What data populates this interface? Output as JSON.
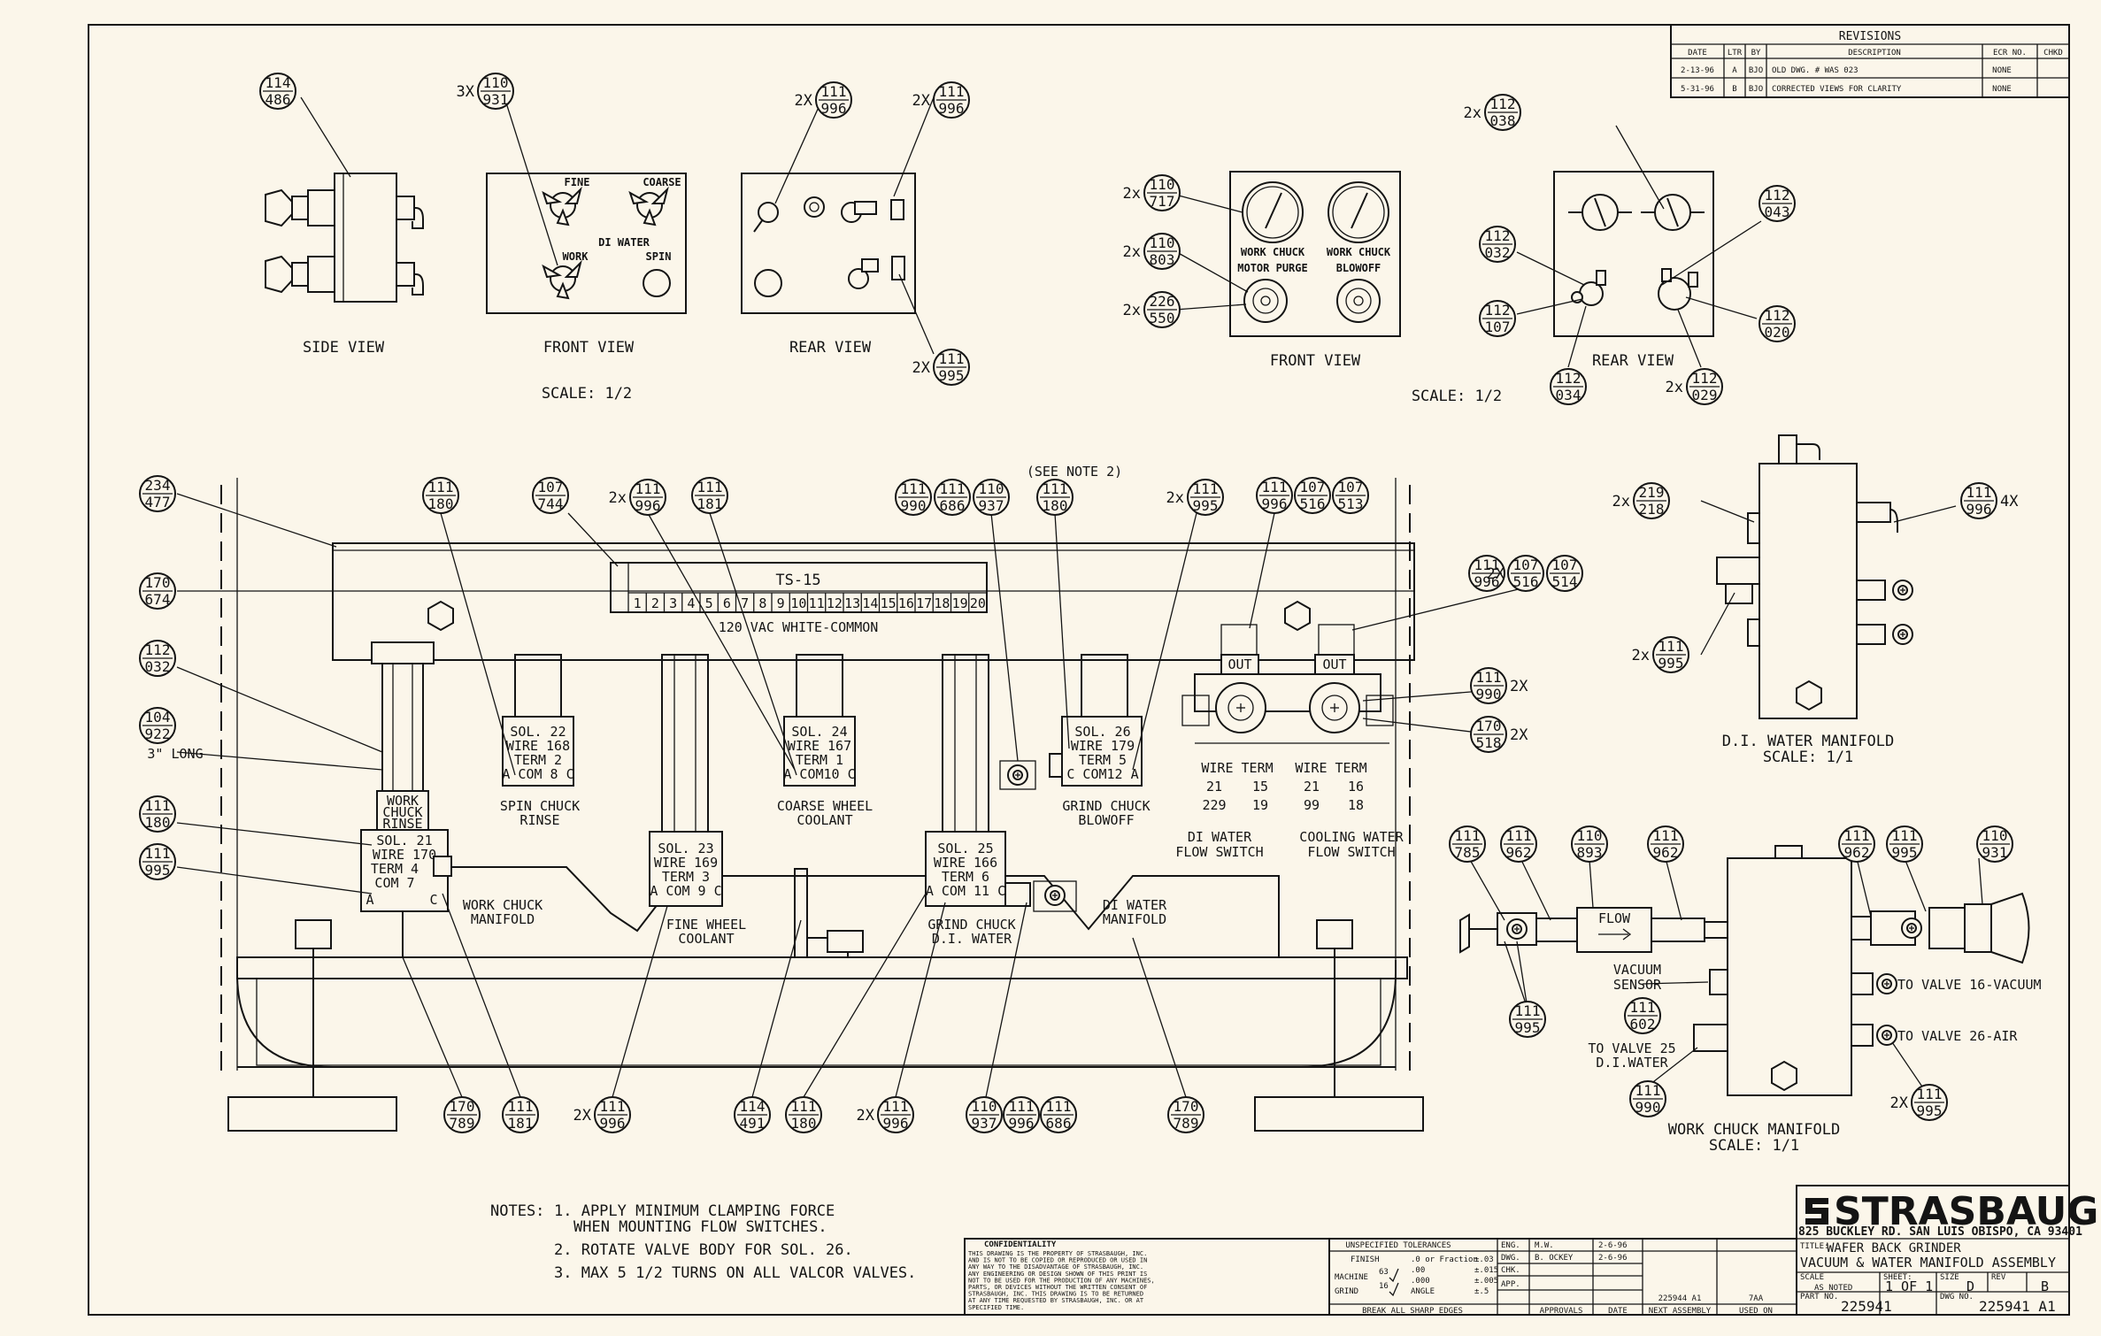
{
  "revisions": {
    "title": "REVISIONS",
    "headers": [
      "DATE",
      "LTR",
      "BY",
      "DESCRIPTION",
      "ECR NO.",
      "CHKD"
    ],
    "rows": [
      [
        "2-13-96",
        "A",
        "BJO",
        "OLD DWG. # WAS 023",
        "NONE",
        ""
      ],
      [
        "5-31-96",
        "B",
        "BJO",
        "CORRECTED VIEWS FOR CLARITY",
        "NONE",
        ""
      ]
    ]
  },
  "views": {
    "side": "SIDE VIEW",
    "front": "FRONT VIEW",
    "rear": "REAR VIEW",
    "scale_half": "SCALE: 1/2",
    "front_fine": "FINE",
    "front_coarse": "COARSE",
    "front_di_water": "DI WATER",
    "front_work": "WORK",
    "front_spin": "SPIN",
    "gauge_left_1": "WORK CHUCK",
    "gauge_left_2": "MOTOR PURGE",
    "gauge_right_1": "WORK CHUCK",
    "gauge_right_2": "BLOWOFF"
  },
  "main": {
    "see_note": "(SEE NOTE 2)",
    "ts_label": "TS-15",
    "terminals": [
      "1",
      "2",
      "3",
      "4",
      "5",
      "6",
      "7",
      "8",
      "9",
      "10",
      "11",
      "12",
      "13",
      "14",
      "15",
      "16",
      "17",
      "18",
      "19",
      "20"
    ],
    "vac_common": "120 VAC WHITE-COMMON",
    "long_3in": "3\" LONG",
    "out": "OUT",
    "sol22": [
      "SOL. 22",
      "WIRE 168",
      "TERM 2",
      "A COM 8 C"
    ],
    "sol24": [
      "SOL. 24",
      "WIRE 167",
      "TERM 1",
      "A COM10 C"
    ],
    "sol26": [
      "SOL. 26",
      "WIRE 179",
      "TERM 5",
      "C COM12 A"
    ],
    "sol21": [
      "SOL. 21",
      "WIRE 170",
      "TERM 4",
      "COM 7",
      "A",
      "C"
    ],
    "sol23": [
      "SOL. 23",
      "WIRE 169",
      "TERM 3",
      "A COM 9 C"
    ],
    "sol25": [
      "SOL. 25",
      "WIRE 166",
      "TERM 6",
      "A COM 11 C"
    ],
    "spin_chuck_rinse": [
      "SPIN CHUCK",
      "RINSE"
    ],
    "coarse_wheel_coolant": [
      "COARSE WHEEL",
      "COOLANT"
    ],
    "grind_chuck_blowoff": [
      "GRIND CHUCK",
      "BLOWOFF"
    ],
    "work_chuck_rinse": [
      "WORK",
      "CHUCK",
      "RINSE"
    ],
    "work_chuck_manifold": [
      "WORK CHUCK",
      "MANIFOLD"
    ],
    "fine_wheel_coolant": [
      "FINE WHEEL",
      "COOLANT"
    ],
    "grind_chuck_di": [
      "GRIND CHUCK",
      "D.I. WATER"
    ],
    "di_water_manifold_lbl": [
      "DI WATER",
      "MANIFOLD"
    ],
    "wire_term_hdr": "WIRE TERM",
    "di_flow_rows": [
      [
        "21",
        "15"
      ],
      [
        "229",
        "19"
      ]
    ],
    "cool_flow_rows": [
      [
        "21",
        "16"
      ],
      [
        "99",
        "18"
      ]
    ],
    "di_flow_switch": [
      "DI WATER",
      "FLOW SWITCH"
    ],
    "cool_flow_switch": [
      "COOLING WATER",
      "FLOW SWITCH"
    ]
  },
  "right": {
    "di_manifold_title": "D.I. WATER MANIFOLD",
    "scale_one": "SCALE: 1/1",
    "flow": "FLOW",
    "vacuum_sensor": [
      "VACUUM",
      "SENSOR"
    ],
    "to_valve_16": "TO VALVE 16-VACUUM",
    "to_valve_26": "TO VALVE 26-AIR",
    "to_valve_25": [
      "TO VALVE 25",
      "D.I.WATER"
    ],
    "work_chuck_manifold_title": "WORK CHUCK MANIFOLD"
  },
  "bubbles": [
    {
      "t": "114",
      "b": "486"
    },
    {
      "t": "110",
      "b": "931",
      "q": "3X"
    },
    {
      "t": "111",
      "b": "996",
      "q": "2X"
    },
    {
      "t": "111",
      "b": "996",
      "q": "2X"
    },
    {
      "t": "111",
      "b": "995",
      "q": "2X"
    },
    {
      "t": "110",
      "b": "717",
      "q": "2x"
    },
    {
      "t": "110",
      "b": "803",
      "q": "2x"
    },
    {
      "t": "226",
      "b": "550",
      "q": "2x"
    },
    {
      "t": "112",
      "b": "038",
      "q": "2x"
    },
    {
      "t": "112",
      "b": "043"
    },
    {
      "t": "112",
      "b": "032"
    },
    {
      "t": "112",
      "b": "107"
    },
    {
      "t": "112",
      "b": "020"
    },
    {
      "t": "112",
      "b": "034"
    },
    {
      "t": "112",
      "b": "029",
      "q": "2x"
    },
    {
      "t": "234",
      "b": "477"
    },
    {
      "t": "170",
      "b": "674"
    },
    {
      "t": "112",
      "b": "032"
    },
    {
      "t": "104",
      "b": "922"
    },
    {
      "t": "111",
      "b": "180"
    },
    {
      "t": "111",
      "b": "995"
    },
    {
      "t": "111",
      "b": "180"
    },
    {
      "t": "107",
      "b": "744"
    },
    {
      "t": "111",
      "b": "996",
      "q": "2x"
    },
    {
      "t": "111",
      "b": "181"
    },
    {
      "t": "111",
      "b": "990"
    },
    {
      "t": "111",
      "b": "686"
    },
    {
      "t": "110",
      "b": "937"
    },
    {
      "t": "111",
      "b": "180"
    },
    {
      "t": "111",
      "b": "995",
      "q": "2x"
    },
    {
      "t": "111",
      "b": "996"
    },
    {
      "t": "107",
      "b": "516"
    },
    {
      "t": "107",
      "b": "513"
    },
    {
      "t": "111",
      "b": "996"
    },
    {
      "t": "107",
      "b": "516",
      "q": "2X"
    },
    {
      "t": "107",
      "b": "514"
    },
    {
      "t": "111",
      "b": "990",
      "q2": "2X"
    },
    {
      "t": "170",
      "b": "518",
      "q2": "2X"
    },
    {
      "t": "219",
      "b": "218",
      "q": "2x"
    },
    {
      "t": "111",
      "b": "996",
      "q2": "4X"
    },
    {
      "t": "111",
      "b": "995",
      "q": "2x"
    },
    {
      "t": "111",
      "b": "785"
    },
    {
      "t": "111",
      "b": "962"
    },
    {
      "t": "110",
      "b": "893"
    },
    {
      "t": "111",
      "b": "962"
    },
    {
      "t": "111",
      "b": "962"
    },
    {
      "t": "111",
      "b": "995"
    },
    {
      "t": "110",
      "b": "931"
    },
    {
      "t": "111",
      "b": "602"
    },
    {
      "t": "111",
      "b": "995"
    },
    {
      "t": "111",
      "b": "990"
    },
    {
      "t": "111",
      "b": "995",
      "q": "2X"
    },
    {
      "t": "170",
      "b": "789"
    },
    {
      "t": "111",
      "b": "181"
    },
    {
      "t": "111",
      "b": "996",
      "q": "2X"
    },
    {
      "t": "114",
      "b": "491"
    },
    {
      "t": "111",
      "b": "180"
    },
    {
      "t": "111",
      "b": "996",
      "q": "2X"
    },
    {
      "t": "110",
      "b": "937"
    },
    {
      "t": "111",
      "b": "996"
    },
    {
      "t": "111",
      "b": "686"
    },
    {
      "t": "170",
      "b": "789"
    }
  ],
  "notes": {
    "title": "NOTES:",
    "items": [
      [
        "1. APPLY MINIMUM CLAMPING FORCE",
        "WHEN MOUNTING FLOW SWITCHES."
      ],
      [
        "2. ROTATE VALVE BODY FOR SOL. 26."
      ],
      [
        "3. MAX 5 1/2 TURNS ON ALL VALCOR VALVES."
      ]
    ]
  },
  "title_block": {
    "confidentiality_title": "CONFIDENTIALITY",
    "confidentiality_lines": [
      "THIS DRAWING IS THE PROPERTY OF STRASBAUGH, INC.",
      "AND IS NOT TO BE COPIED OR REPRODUCED OR USED IN",
      "ANY WAY TO THE DISADVANTAGE OF STRASBAUGH, INC.",
      "ANY ENGINEERING OR DESIGN SHOWN OF THIS PRINT IS",
      "NOT TO BE USED FOR THE PRODUCTION OF ANY MACHINES,",
      "PARTS, OR DEVICES WITHOUT THE WRITTEN CONSENT OF",
      "STRASBAUGH, INC. THIS DRAWING IS TO BE RETURNED",
      "AT ANY TIME REQUESTED BY STRASBAUGH, INC. OR AT",
      "SPECIFIED TIME."
    ],
    "unspecified_tolerances": "UNSPECIFIED TOLERANCES",
    "finish": "FINISH",
    "machine": "MACHINE",
    "grind": "GRIND",
    "finish_val": "63",
    "grind_val": "16",
    "tol_rows": [
      [
        ".0 or Fraction",
        "±.03"
      ],
      [
        ".00",
        "±.015"
      ],
      [
        ".000",
        "±.005"
      ],
      [
        "ANGLE",
        "±.5"
      ]
    ],
    "break_edges": "BREAK ALL SHARP EDGES",
    "eng": "ENG.",
    "eng_name": "M.W.",
    "eng_date": "2-6-96",
    "dwg": "DWG.",
    "dwg_name": "B. OCKEY",
    "dwg_date": "2-6-96",
    "chk": "CHK.",
    "app": "APP.",
    "approvals": "APPROVALS",
    "date": "DATE",
    "next_assembly": "NEXT ASSEMBLY",
    "next_assembly_val": "225944 A1",
    "used_on": "USED ON",
    "used_on_val": "7AA",
    "company": "STRASBAUGH",
    "address": "825 BUCKLEY RD. SAN LUIS OBISPO, CA 93401",
    "title_prefix": "TITLE:",
    "title_1": "WAFER BACK GRINDER",
    "title_2": "VACUUM & WATER MANIFOLD ASSEMBLY",
    "scale": "SCALE",
    "scale_val": "AS NOTED",
    "sheet": "SHEET:",
    "sheet_val": "1 OF 1",
    "size": "SIZE",
    "size_val": "D",
    "rev": "REV",
    "rev_val": "B",
    "part_no": "PART NO.",
    "part_no_val": "225941",
    "dwg_no": "DWG NO.",
    "dwg_no_val": "225941 A1"
  }
}
